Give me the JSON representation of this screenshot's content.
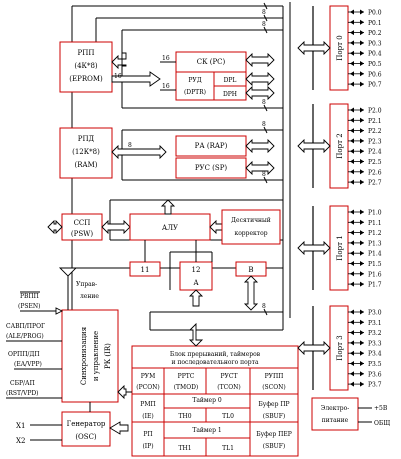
{
  "labels": {
    "w8": "8",
    "w16": "16",
    "control1": "Управ-",
    "control2": "ление"
  },
  "blocks": {
    "rom": {
      "line1": "РПП",
      "line2": "(4К*8)",
      "line3": "(EPROM)"
    },
    "ram": {
      "line1": "РПД",
      "line2": "(12К*8)",
      "line3": "(RAM)"
    },
    "pc": "СК (PC)",
    "dptr1": "РУД",
    "dptr2": "(DPTR)",
    "dpl": "DPL",
    "dph": "DPH",
    "rap": "РА (RAP)",
    "sp": "РУС (SP)",
    "psw1": "ССП",
    "psw2": "(PSW)",
    "alu": "АЛУ",
    "bcd1": "Десятичный",
    "bcd2": "корректор",
    "r11": "11",
    "r12": "12",
    "regA": "А",
    "regB": "В",
    "sync1": "Синхронизация",
    "sync2": "и управление",
    "ir": "РК (IR)",
    "osc1": "Генератор",
    "osc2": "(OSC)",
    "periph1": "Блок прерываний, таймеров",
    "periph2": "и последовательного порта",
    "power1": "Электро-",
    "power2": "питание"
  },
  "regs": {
    "pcon1": "РУМ",
    "pcon2": "(PCON)",
    "tmod1": "РРТС",
    "tmod2": "(TMOD)",
    "tcon1": "РУСТ",
    "tcon2": "(TCON)",
    "scon1": "РУПП",
    "scon2": "(SCON)",
    "ie1": "РМП",
    "ie2": "(IE)",
    "timer0": "Таймер 0",
    "th0": "TH0",
    "tl0": "TL0",
    "sbufrx1": "Буфер ПР",
    "sbufrx2": "(SBUF)",
    "ip1": "РП",
    "ip2": "(IP)",
    "timer1": "Таймер 1",
    "th1": "TH1",
    "tl1": "TL1",
    "sbuftx1": "Буфер ПЕР",
    "sbuftx2": "(SBUF)"
  },
  "pins": {
    "psen1": "РВПП",
    "psen2": "(PSEN)",
    "ale1": "САВП/ПРОГ",
    "ale2": "(ALE/PROG)",
    "ea1": "ОРПП/ДП",
    "ea2": "(EA/VPP)",
    "rst1": "СБР/АП",
    "rst2": "(RST/VPD)",
    "x1": "X1",
    "x2": "X2",
    "vcc": "+5В",
    "gnd": "ОБЩ"
  },
  "ports": [
    {
      "name": "Порт 0",
      "pins": [
        "P0.0",
        "P0.1",
        "P0.2",
        "P0.3",
        "P0.4",
        "P0.5",
        "P0.6",
        "P0.7"
      ]
    },
    {
      "name": "Порт 2",
      "pins": [
        "P2.0",
        "P2.1",
        "P2.2",
        "P2.3",
        "P2.4",
        "P2.5",
        "P2.6",
        "P2.7"
      ]
    },
    {
      "name": "Порт 1",
      "pins": [
        "P1.0",
        "P1.1",
        "P1.2",
        "P1.3",
        "P1.4",
        "P1.5",
        "P1.6",
        "P1.7"
      ]
    },
    {
      "name": "Порт 3",
      "pins": [
        "P3.0",
        "P3.1",
        "P3.2",
        "P3.3",
        "P3.4",
        "P3.5",
        "P3.6",
        "P3.7"
      ]
    }
  ]
}
